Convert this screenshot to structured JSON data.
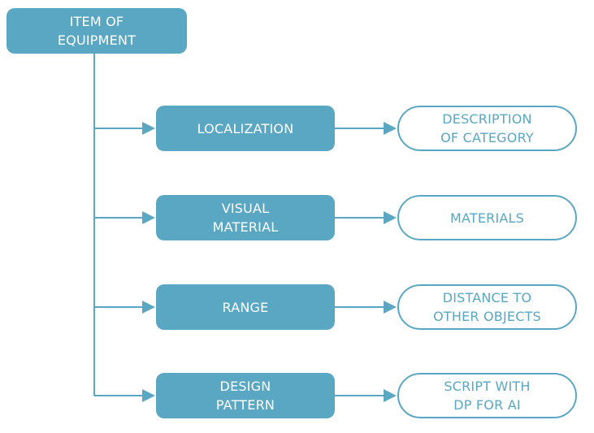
{
  "colors": {
    "accent": "#5aa7c3",
    "background": "#ffffff"
  },
  "root": {
    "label": "ITEM OF\nEQUIPMENT"
  },
  "branches": [
    {
      "category": "LOCALIZATION",
      "detail": "DESCRIPTION\nOF CATEGORY"
    },
    {
      "category": "VISUAL\nMATERIAL",
      "detail": "MATERIALS"
    },
    {
      "category": "RANGE",
      "detail": "DISTANCE TO\nOTHER OBJECTS"
    },
    {
      "category": "DESIGN\nPATTERN",
      "detail": "SCRIPT WITH\nDP FOR AI"
    }
  ]
}
